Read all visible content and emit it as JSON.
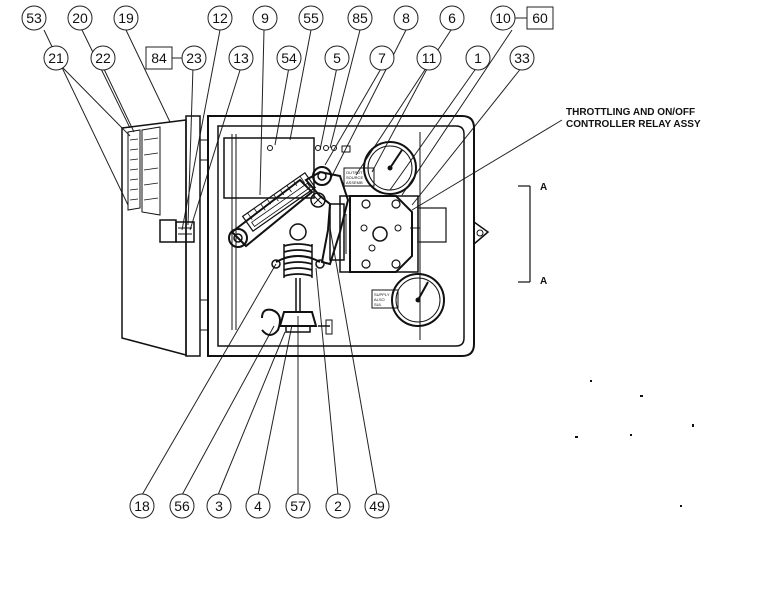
{
  "callouts": {
    "c53": "53",
    "c20": "20",
    "c19": "19",
    "c12": "12",
    "c9": "9",
    "c55": "55",
    "c85": "85",
    "c8": "8",
    "c6": "6",
    "c10": "10",
    "c60": "60",
    "c21": "21",
    "c22": "22",
    "c84": "84",
    "c23": "23",
    "c13": "13",
    "c54": "54",
    "c5": "5",
    "c7": "7",
    "c11": "11",
    "c1": "1",
    "c33": "33",
    "c18": "18",
    "c56": "56",
    "c3": "3",
    "c4": "4",
    "c57": "57",
    "c2": "2",
    "c49": "49"
  },
  "relay_note": {
    "line1": "THROTTLING  AND  ON/OFF",
    "line2": "CONTROLLER RELAY ASSY"
  },
  "section_marks": {
    "top": "A",
    "bottom": "A"
  },
  "gauge_labels": {
    "output": [
      "OUTPUT",
      "SOURCE",
      "ASSEMB"
    ],
    "supply": [
      "SUPPLY",
      "ALSO",
      "SUL"
    ]
  }
}
